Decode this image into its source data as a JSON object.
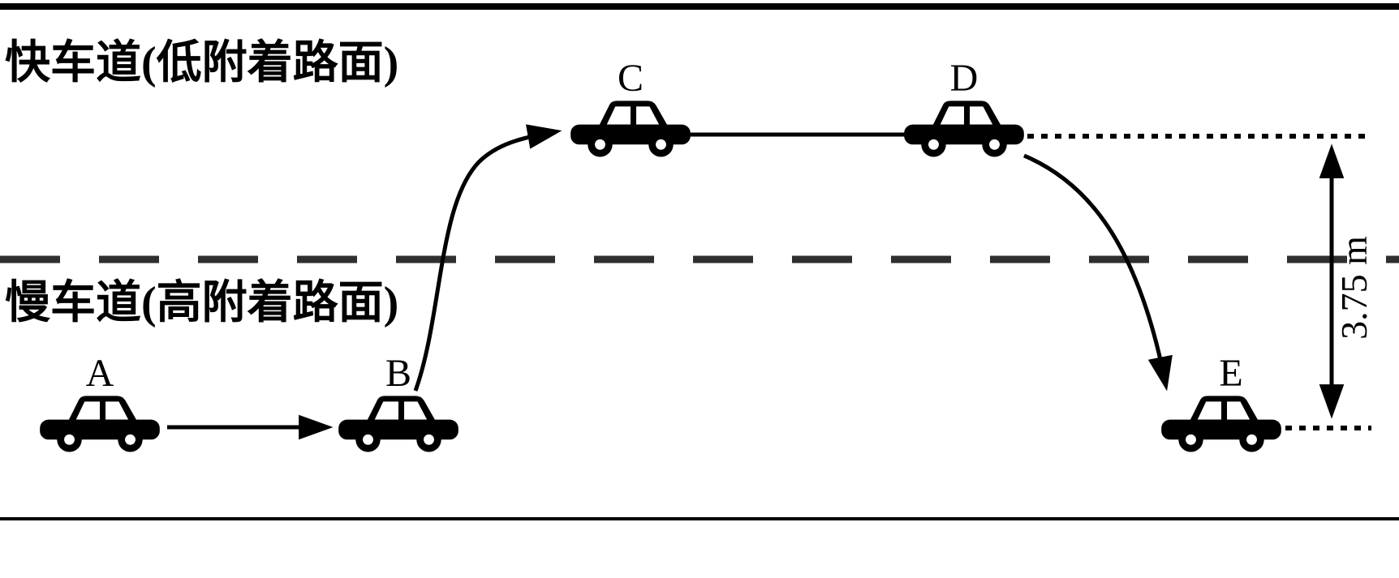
{
  "diagram": {
    "fast_lane_label": "快车道(低附着路面)",
    "slow_lane_label": "慢车道(高附着路面)",
    "cars": [
      {
        "label": "A"
      },
      {
        "label": "B"
      },
      {
        "label": "C"
      },
      {
        "label": "D"
      },
      {
        "label": "E"
      }
    ],
    "dimension_label": "3.75 m",
    "colors": {
      "ink": "#000000",
      "divider": "#2f2f2f"
    }
  }
}
